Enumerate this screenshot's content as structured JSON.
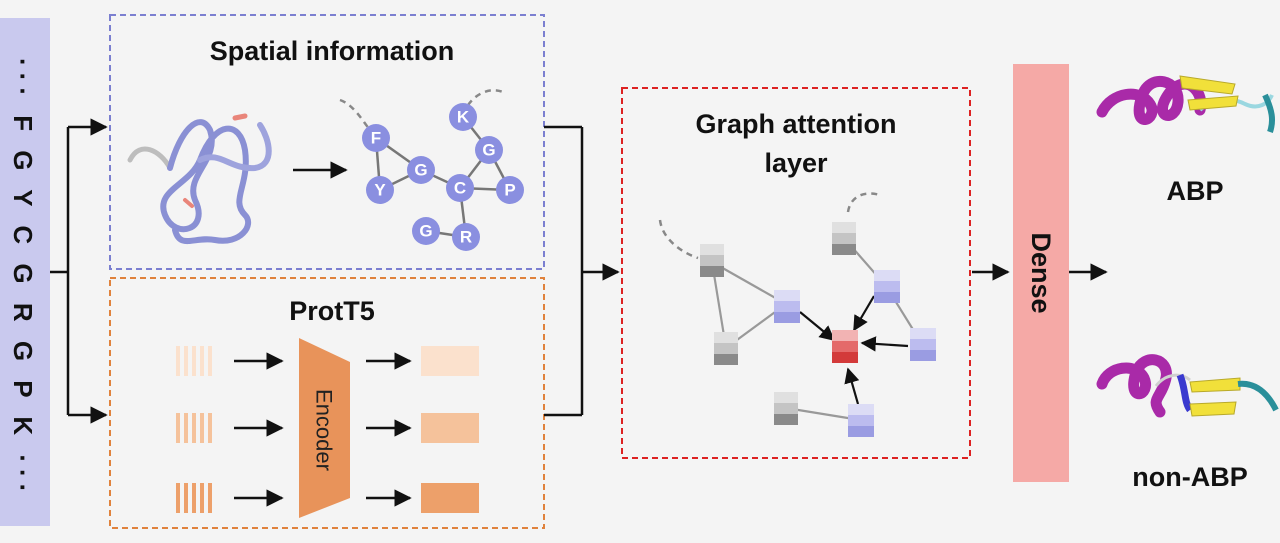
{
  "sequence": {
    "text": "··· F G Y C G R G P K ···"
  },
  "spatial_panel": {
    "title": "Spatial information",
    "color": "#7b7fd0",
    "nodes": [
      "F",
      "Y",
      "G",
      "C",
      "G",
      "P",
      "K",
      "G",
      "R"
    ]
  },
  "prott5_panel": {
    "title": "ProtT5",
    "encoder_label": "Encoder",
    "color": "#e0823c"
  },
  "gat_panel": {
    "title_line1": "Graph attention",
    "title_line2": "layer",
    "color": "#dd2222"
  },
  "dense": {
    "label": "Dense",
    "color": "#f5a9a6"
  },
  "outputs": {
    "positive": "ABP",
    "negative": "non-ABP"
  },
  "colors": {
    "node_purple": "#8a8fe0",
    "node_gray": "#8c8c8c",
    "node_red": "#d94040",
    "seq_bar": "#c9c9ee"
  }
}
